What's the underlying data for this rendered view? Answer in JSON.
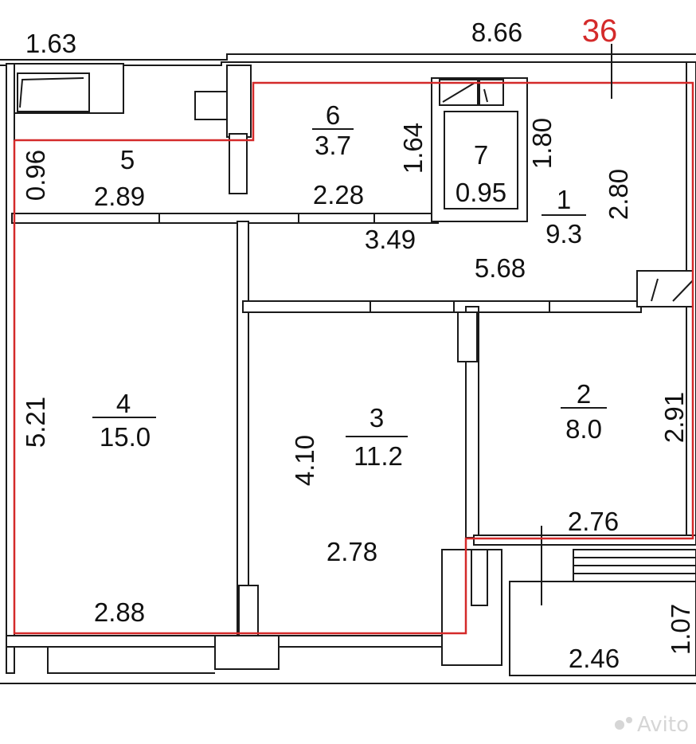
{
  "apartment": {
    "number": "36",
    "color": "#d42a2a"
  },
  "rooms": [
    {
      "id": "1",
      "area": "9.3"
    },
    {
      "id": "2",
      "area": "8.0"
    },
    {
      "id": "3",
      "area": "11.2"
    },
    {
      "id": "4",
      "area": "15.0"
    },
    {
      "id": "5"
    },
    {
      "id": "6",
      "area": "3.7"
    },
    {
      "id": "7",
      "area": "0.95"
    }
  ],
  "dimensions": {
    "d_1_63": "1.63",
    "d_8_66": "8.66",
    "d_0_96": "0.96",
    "d_2_89": "2.89",
    "d_1_64": "1.64",
    "d_2_28": "2.28",
    "d_1_80": "1.80",
    "d_2_80": "2.80",
    "d_3_49": "3.49",
    "d_5_68": "5.68",
    "d_5_21": "5.21",
    "d_4_10": "4.10",
    "d_2_91": "2.91",
    "d_2_76": "2.76",
    "d_2_78": "2.78",
    "d_2_88": "2.88",
    "d_1_07": "1.07",
    "d_2_46": "2.46"
  },
  "watermark": "Avito",
  "colors": {
    "wall": "#1a1a1a",
    "outline": "#d42a2a",
    "background": "#ffffff"
  }
}
